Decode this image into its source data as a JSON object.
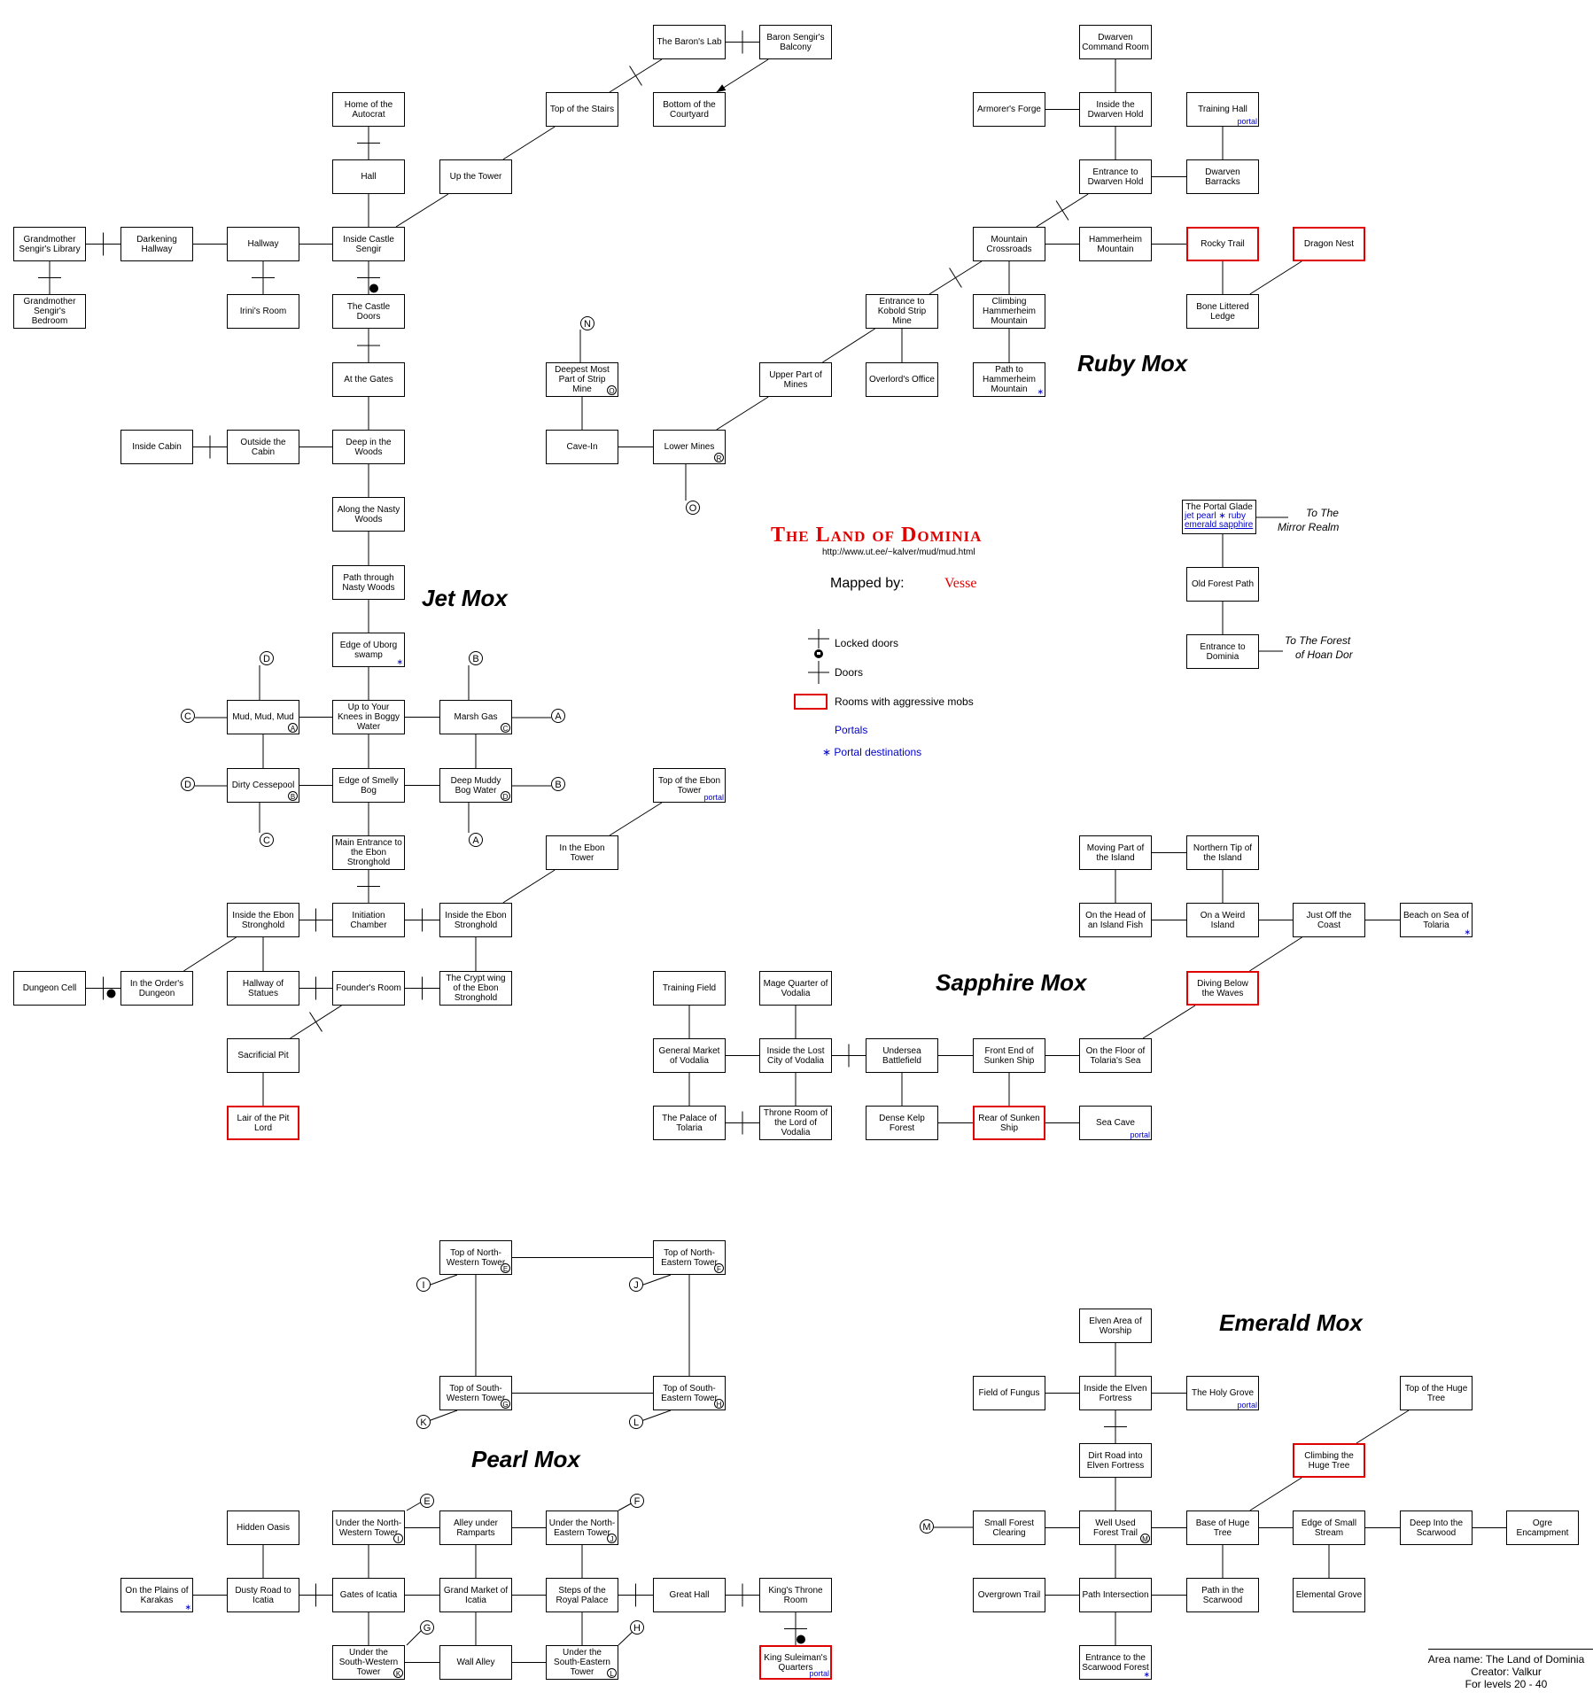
{
  "title": "The Land of Dominia",
  "url": "http://www.ut.ee/~kalver/mud/mud.html",
  "mapped_by_label": "Mapped by:",
  "mapper": "Vesse",
  "legend": {
    "locked": "Locked doors",
    "doors": "Doors",
    "aggressive": "Rooms with aggressive mobs",
    "portals": "Portals",
    "portal_dest": "∗ Portal destinations"
  },
  "sections": {
    "jet": "Jet Mox",
    "ruby": "Ruby Mox",
    "sapphire": "Sapphire Mox",
    "pearl": "Pearl Mox",
    "emerald": "Emerald Mox"
  },
  "portal_glade": {
    "name": "The Portal Glade",
    "line1": "jet   pearl ∗ ruby",
    "line2": "emerald sapphire"
  },
  "notes": {
    "mirror1": "To The",
    "mirror2": "Mirror Realm",
    "forest1": "To The Forest",
    "forest2": "of Hoan Dor"
  },
  "credits": {
    "line1": "Area name: The Land of Dominia",
    "line2": "Creator: Valkur",
    "line3": "For levels 20 - 40"
  },
  "rooms": [
    {
      "id": "baronslab",
      "t": "The Baron's Lab"
    },
    {
      "id": "balcony",
      "t": "Baron Sengir's Balcony"
    },
    {
      "id": "topstairs",
      "t": "Top of the Stairs"
    },
    {
      "id": "courtyard",
      "t": "Bottom of the Courtyard"
    },
    {
      "id": "autocrat",
      "t": "Home of the Autocrat"
    },
    {
      "id": "hall",
      "t": "Hall"
    },
    {
      "id": "uptower",
      "t": "Up the Tower"
    },
    {
      "id": "gmlib",
      "t": "Grandmother Sengir's Library"
    },
    {
      "id": "darkhall",
      "t": "Darkening Hallway"
    },
    {
      "id": "hallway",
      "t": "Hallway"
    },
    {
      "id": "insidecastle",
      "t": "Inside Castle Sengir"
    },
    {
      "id": "gmbed",
      "t": "Grandmother Sengir's Bedroom"
    },
    {
      "id": "irini",
      "t": "Irini's Room"
    },
    {
      "id": "castledoors",
      "t": "The Castle Doors"
    },
    {
      "id": "atgates",
      "t": "At the Gates"
    },
    {
      "id": "insidecabin",
      "t": "Inside Cabin"
    },
    {
      "id": "outsidecabin",
      "t": "Outside the Cabin"
    },
    {
      "id": "deepwoods",
      "t": "Deep in the Woods"
    },
    {
      "id": "nastywoods",
      "t": "Along the Nasty Woods"
    },
    {
      "id": "pathnasty",
      "t": "Path through Nasty Woods"
    },
    {
      "id": "uborg",
      "t": "Edge of Uborg swamp",
      "tag": "∗"
    },
    {
      "id": "mudmud",
      "t": "Mud, Mud, Mud",
      "ltr": "A"
    },
    {
      "id": "knees",
      "t": "Up to Your Knees in Boggy Water"
    },
    {
      "id": "marshgas",
      "t": "Marsh Gas",
      "ltr": "C"
    },
    {
      "id": "cessepool",
      "t": "Dirty Cessepool",
      "ltr": "B"
    },
    {
      "id": "smellybog",
      "t": "Edge of Smelly Bog"
    },
    {
      "id": "deepmuddy",
      "t": "Deep Muddy Bog Water",
      "ltr": "D"
    },
    {
      "id": "mainentrance",
      "t": "Main Entrance to the Ebon Stronghold"
    },
    {
      "id": "topebon",
      "t": "Top of the Ebon Tower",
      "tag": "portal"
    },
    {
      "id": "inebontower",
      "t": "In the Ebon Tower"
    },
    {
      "id": "insideebon1",
      "t": "Inside the Ebon Stronghold"
    },
    {
      "id": "initiation",
      "t": "Initiation Chamber"
    },
    {
      "id": "insideebon2",
      "t": "Inside the Ebon Stronghold"
    },
    {
      "id": "dungeoncell",
      "t": "Dungeon Cell"
    },
    {
      "id": "ordersdungeon",
      "t": "In the Order's Dungeon"
    },
    {
      "id": "statues",
      "t": "Hallway of Statues"
    },
    {
      "id": "founders",
      "t": "Founder's Room"
    },
    {
      "id": "cryptwing",
      "t": "The Crypt wing of the Ebon Stronghold"
    },
    {
      "id": "sacpit",
      "t": "Sacrificial Pit"
    },
    {
      "id": "pitlord",
      "t": "Lair of the Pit Lord",
      "aggr": true
    },
    {
      "id": "deepestmine",
      "t": "Deepest Most Part of Strip Mine",
      "ltr": "O"
    },
    {
      "id": "cavein",
      "t": "Cave-In"
    },
    {
      "id": "lowermines",
      "t": "Lower Mines",
      "ltr": "R"
    },
    {
      "id": "uppermines",
      "t": "Upper Part of Mines"
    },
    {
      "id": "koboldmine",
      "t": "Entrance to Kobold Strip Mine"
    },
    {
      "id": "overlord",
      "t": "Overlord's Office"
    },
    {
      "id": "mtncross",
      "t": "Mountain Crossroads"
    },
    {
      "id": "climbham",
      "t": "Climbing Hammerheim Mountain"
    },
    {
      "id": "pathham",
      "t": "Path to Hammerheim Mountain",
      "tag": "∗"
    },
    {
      "id": "dwcommand",
      "t": "Dwarven Command Room"
    },
    {
      "id": "armorer",
      "t": "Armorer's Forge"
    },
    {
      "id": "insidedwarven",
      "t": "Inside the Dwarven Hold"
    },
    {
      "id": "traininghall",
      "t": "Training Hall",
      "tag": "portal"
    },
    {
      "id": "entrdwarven",
      "t": "Entrance to Dwarven Hold"
    },
    {
      "id": "dwbarracks",
      "t": "Dwarven Barracks"
    },
    {
      "id": "hammerheim",
      "t": "Hammerheim Mountain"
    },
    {
      "id": "rockytrail",
      "t": "Rocky Trail",
      "aggr": true
    },
    {
      "id": "dragonnest",
      "t": "Dragon Nest",
      "aggr": true
    },
    {
      "id": "boneledge",
      "t": "Bone Littered Ledge"
    },
    {
      "id": "oldforest",
      "t": "Old Forest Path"
    },
    {
      "id": "entrdominia",
      "t": "Entrance to Dominia"
    },
    {
      "id": "movingpart",
      "t": "Moving Part of the Island"
    },
    {
      "id": "northtip",
      "t": "Northern Tip of the Island"
    },
    {
      "id": "headfish",
      "t": "On the Head of an Island Fish"
    },
    {
      "id": "weirdisland",
      "t": "On a Weird Island"
    },
    {
      "id": "justoff",
      "t": "Just Off the Coast"
    },
    {
      "id": "beachsea",
      "t": "Beach on Sea of Tolaria",
      "tag": "∗"
    },
    {
      "id": "trainingfield",
      "t": "Training Field"
    },
    {
      "id": "magequarter",
      "t": "Mage Quarter of Vodalia"
    },
    {
      "id": "divingbelow",
      "t": "Diving Below the Waves",
      "aggr": true
    },
    {
      "id": "genmarket",
      "t": "General Market of Vodalia"
    },
    {
      "id": "lostcity",
      "t": "Inside the Lost City of Vodalia"
    },
    {
      "id": "undersea",
      "t": "Undersea Battlefield"
    },
    {
      "id": "frontship",
      "t": "Front End of Sunken Ship"
    },
    {
      "id": "floorsea",
      "t": "On the Floor of Tolaria's Sea"
    },
    {
      "id": "palace",
      "t": "The Palace of Tolaria"
    },
    {
      "id": "throneroom",
      "t": "Throne Room of the Lord of Vodalia"
    },
    {
      "id": "densekelp",
      "t": "Dense Kelp Forest"
    },
    {
      "id": "rearship",
      "t": "Rear of Sunken Ship",
      "aggr": true
    },
    {
      "id": "seacave",
      "t": "Sea Cave",
      "tag": "portal"
    },
    {
      "id": "topnw",
      "t": "Top of North-Western Tower",
      "ltr": "E"
    },
    {
      "id": "topne",
      "t": "Top of North-Eastern Tower",
      "ltr": "F"
    },
    {
      "id": "topsw",
      "t": "Top of South-Western Tower",
      "ltr": "G"
    },
    {
      "id": "topse",
      "t": "Top of South-Eastern Tower",
      "ltr": "H"
    },
    {
      "id": "hiddenoasis",
      "t": "Hidden Oasis"
    },
    {
      "id": "undernw",
      "t": "Under the North-Western Tower",
      "ltr": "I"
    },
    {
      "id": "alley",
      "t": "Alley under Ramparts"
    },
    {
      "id": "underne",
      "t": "Under the North-Eastern Tower",
      "ltr": "J"
    },
    {
      "id": "plains",
      "t": "On the Plains of Karakas",
      "tag": "∗"
    },
    {
      "id": "dustyroad",
      "t": "Dusty Road to Icatia"
    },
    {
      "id": "gatesicatia",
      "t": "Gates of Icatia"
    },
    {
      "id": "grandmarket",
      "t": "Grand Market of Icatia"
    },
    {
      "id": "stepspalace",
      "t": "Steps of the Royal Palace"
    },
    {
      "id": "greathall",
      "t": "Great Hall"
    },
    {
      "id": "kingsthrone",
      "t": "King's Throne Room"
    },
    {
      "id": "undersw",
      "t": "Under the South-Western Tower",
      "ltr": "K"
    },
    {
      "id": "wallalley",
      "t": "Wall Alley"
    },
    {
      "id": "underse",
      "t": "Under the South-Eastern Tower",
      "ltr": "L"
    },
    {
      "id": "suleiman",
      "t": "King Suleiman's Quarters",
      "aggr": true,
      "tag": "portal"
    },
    {
      "id": "elvenworship",
      "t": "Elven Area of Worship"
    },
    {
      "id": "fungus",
      "t": "Field of Fungus"
    },
    {
      "id": "insideelven",
      "t": "Inside the Elven Fortress"
    },
    {
      "id": "holygrove",
      "t": "The Holy Grove",
      "tag": "portal"
    },
    {
      "id": "tophugetree",
      "t": "Top of the Huge Tree"
    },
    {
      "id": "dirtroad",
      "t": "Dirt Road into Elven Fortress"
    },
    {
      "id": "climbtree",
      "t": "Climbing the Huge Tree",
      "aggr": true
    },
    {
      "id": "smallclearing",
      "t": "Small Forest Clearing"
    },
    {
      "id": "wellused",
      "t": "Well Used Forest Trail",
      "ltr": "M"
    },
    {
      "id": "basetree",
      "t": "Base of Huge Tree"
    },
    {
      "id": "smallstream",
      "t": "Edge of Small Stream"
    },
    {
      "id": "deepscarwood",
      "t": "Deep Into the Scarwood"
    },
    {
      "id": "ogre",
      "t": "Ogre Encampment"
    },
    {
      "id": "overgrown",
      "t": "Overgrown Trail"
    },
    {
      "id": "pathint",
      "t": "Path Intersection"
    },
    {
      "id": "pathscarwood",
      "t": "Path in the Scarwood"
    },
    {
      "id": "elemgrove",
      "t": "Elemental Grove"
    },
    {
      "id": "entrscarwood",
      "t": "Entrance to the Scarwood Forest",
      "tag": "∗"
    }
  ],
  "connectors": [
    "N",
    "O",
    "D",
    "B",
    "C",
    "A",
    "D",
    "B",
    "C",
    "A",
    "I",
    "J",
    "K",
    "L",
    "E",
    "F",
    "G",
    "H",
    "M"
  ]
}
